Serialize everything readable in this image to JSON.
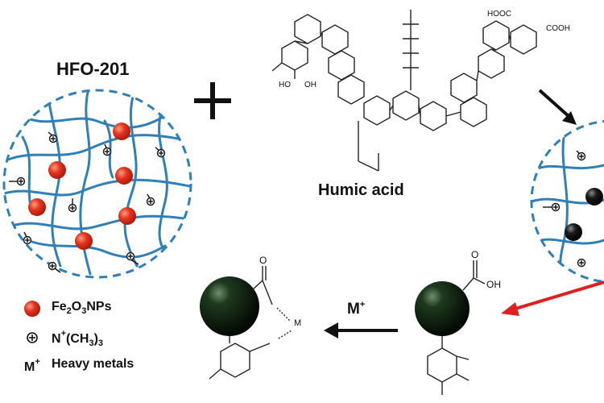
{
  "title_left": "HFO-201",
  "humic_label": "Humic acid",
  "arrow_label": "M",
  "arrow_label_sup": "+",
  "legend": [
    {
      "key": "fe2o3",
      "text": "Fe",
      "sub1": "2",
      "text2": "O",
      "sub2": "3",
      "text3": "NPs"
    },
    {
      "key": "n_plus",
      "text": "N",
      "sup": "+",
      "text2": "(CH",
      "sub2": "3",
      "text3": ")",
      "sub3": "3"
    },
    {
      "key": "metals",
      "symbol": "M",
      "symbol_sup": "+",
      "text": "Heavy metals"
    }
  ],
  "chem_labels": {
    "oh": "OH",
    "o": "O",
    "ho": "HO",
    "cooh": "COOH",
    "hooc": "HOOC",
    "m_small": "M"
  },
  "colors": {
    "fiber": "#2f7fb8",
    "nanoparticle": "#e3341f",
    "metal": "#0c1a0c",
    "arrow_red": "#e02020",
    "text": "#111111"
  }
}
